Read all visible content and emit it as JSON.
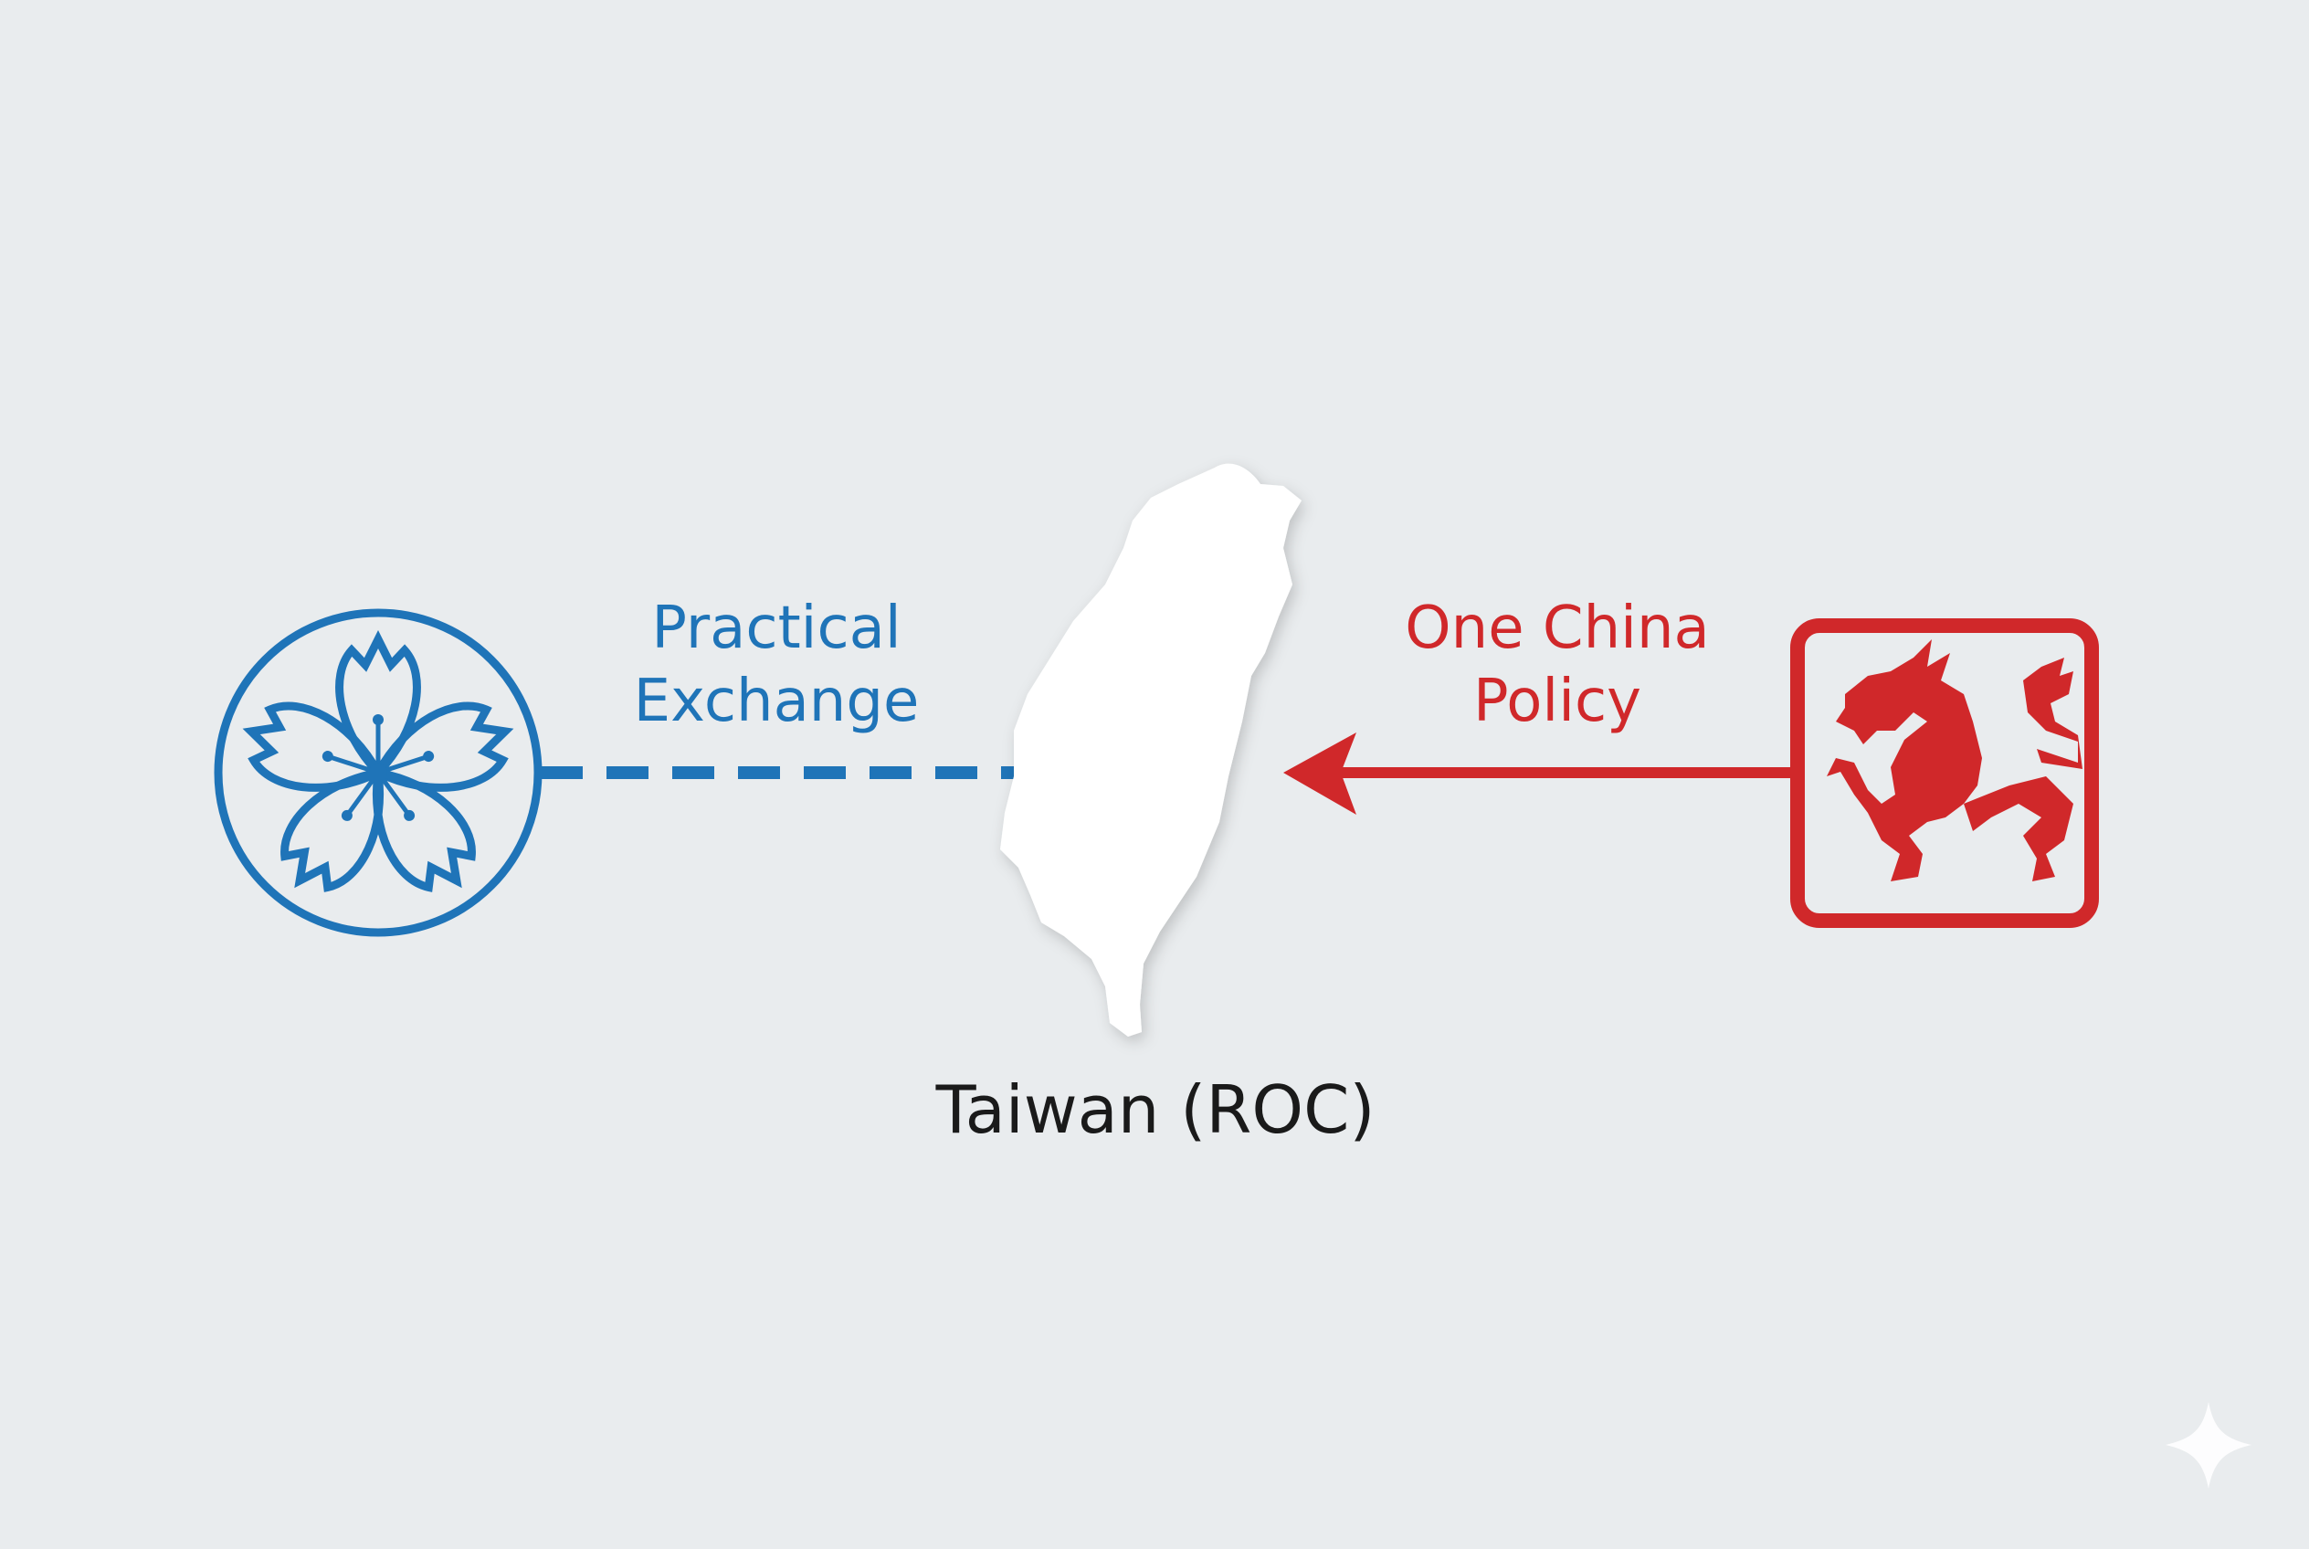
{
  "left_label": {
    "line1": "Practical",
    "line2": "Exchange"
  },
  "right_label": {
    "line1": "One China",
    "line2": "Policy"
  },
  "center_label": "Taiwan (ROC)",
  "icons": {
    "left": "cherry-blossom-emblem",
    "center": "taiwan-island-map",
    "right": "dragon-seal"
  },
  "colors": {
    "blue": "#1f74b8",
    "red": "#d0282a",
    "background": "#e9ecee",
    "island": "#ffffff"
  }
}
